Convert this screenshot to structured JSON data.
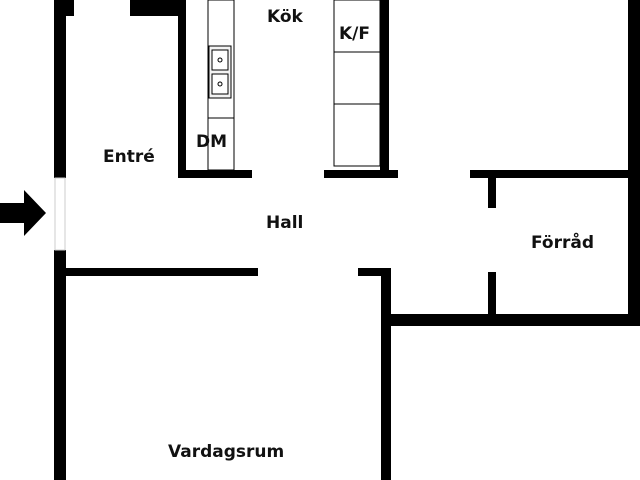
{
  "floorplan": {
    "rooms": {
      "kok": "Kök",
      "kf": "K/F",
      "dm": "DM",
      "entre": "Entré",
      "hall": "Hall",
      "forrad": "Förråd",
      "vardagsrum": "Vardagsrum"
    },
    "icons": {
      "entrance": "entrance-arrow-icon"
    },
    "colors": {
      "wall": "#000000",
      "background": "#ffffff"
    }
  }
}
